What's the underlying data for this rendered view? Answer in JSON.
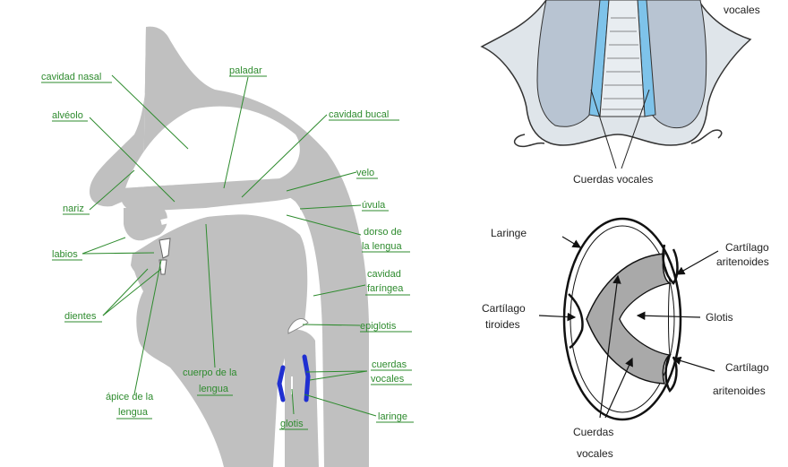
{
  "colors": {
    "tissue": "#c0c0c0",
    "label_green": "#2e8b2e",
    "vocal_fold_blue": "#1f2fd1",
    "line_black": "#222222"
  },
  "sagittal": {
    "labels": {
      "cavidad_nasal": "cavidad nasal",
      "paladar": "paladar",
      "alveolo": "alvéolo",
      "cavidad_bucal": "cavidad bucal",
      "velo": "velo",
      "nariz": "nariz",
      "uvula": "úvula",
      "dorso_l1": "dorso de",
      "dorso_l2": "la lengua",
      "labios": "labios",
      "cav_far_l1": "cavidad",
      "cav_far_l2": "faríngea",
      "dientes": "dientes",
      "epiglotis": "epiglotis",
      "cuerpo_l1": "cuerpo de la",
      "cuerpo_l2": "lengua",
      "cuerdas_l1": "cuerdas",
      "cuerdas_l2": "vocales",
      "apice_l1": "ápice de la",
      "apice_l2": "lengua",
      "glotis": "glotis",
      "laringe": "laringe"
    }
  },
  "top_right": {
    "partial_label": "vocales",
    "cuerdas_vocales": "Cuerdas vocales"
  },
  "glottis_diagram": {
    "laringe": "Laringe",
    "cart_arit_1_l1": "Cartílago",
    "cart_arit_1_l2": "aritenoides",
    "cart_tir_l1": "Cartílago",
    "cart_tir_l2": "tiroides",
    "glotis": "Glotis",
    "cart_arit_2_l1": "Cartílago",
    "cart_arit_2_l2": "aritenoides",
    "cuerdas_l1": "Cuerdas",
    "cuerdas_l2": "vocales"
  }
}
